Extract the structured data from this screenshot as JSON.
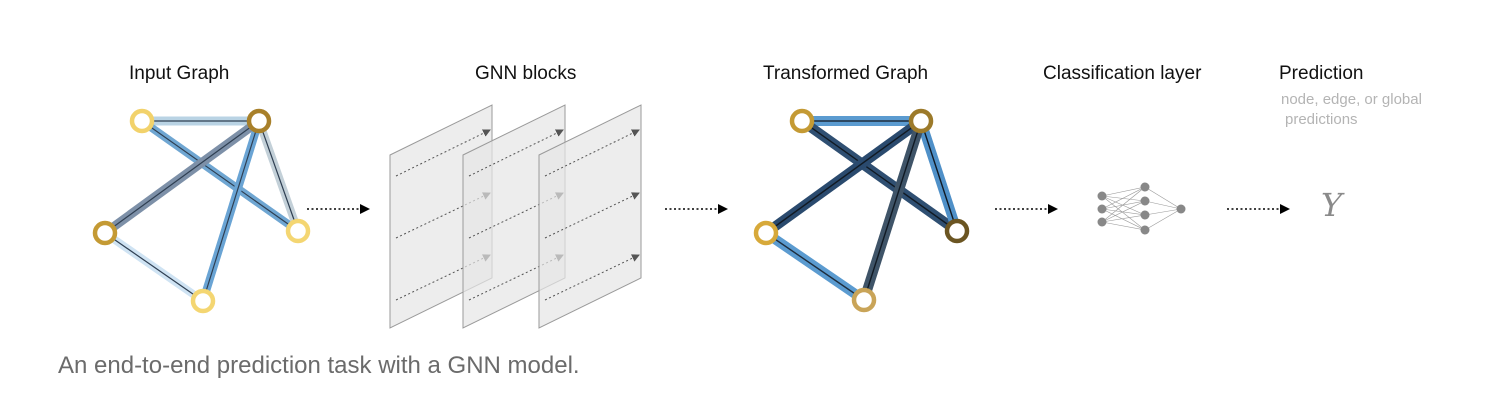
{
  "stages": {
    "input_graph": "Input Graph",
    "gnn_blocks": "GNN blocks",
    "transformed_graph": "Transformed Graph",
    "classification_layer": "Classification layer",
    "prediction": "Prediction"
  },
  "prediction_note_line1": "node, edge, or global",
  "prediction_note_line2": "predictions",
  "output_symbol": "Y",
  "caption": "An end-to-end prediction task with a GNN model.",
  "colors": {
    "node_light": "#f2d26b",
    "node_medium": "#c9a23a",
    "node_dark": "#a07a22",
    "node_darkest": "#6b5522",
    "edge_blue": "#5b9bd0",
    "edge_darkblue": "#2f4f72",
    "panel_fill": "#e6e6e6",
    "panel_stroke": "#9a9a9a"
  }
}
